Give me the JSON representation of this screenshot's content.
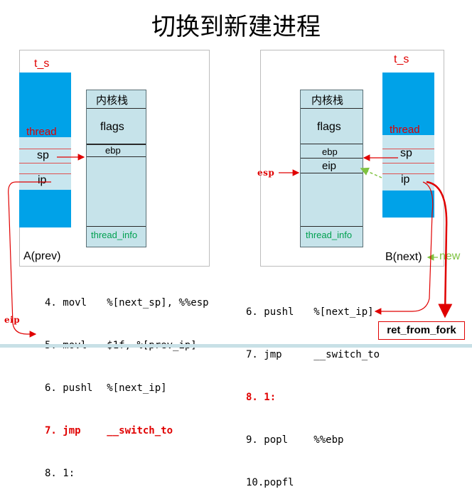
{
  "title": "切换到新建进程",
  "panel_a": {
    "tcb_label": "t_s",
    "thread": "thread",
    "sp": "sp",
    "ip": "ip",
    "stack_title": "内核栈",
    "flags": "flags",
    "ebp": "ebp",
    "thread_info": "thread_info",
    "caption": "A(prev)"
  },
  "panel_b": {
    "tcb_label": "t_s",
    "thread": "thread",
    "sp": "sp",
    "ip": "ip",
    "stack_title": "内核栈",
    "flags": "flags",
    "ebp": "ebp",
    "eip": "eip",
    "thread_info": "thread_info",
    "caption": "B(next)",
    "new_label": "new"
  },
  "stamps": {
    "esp": "esp",
    "eip": "eip"
  },
  "code_a": [
    {
      "num": "4.",
      "op": "movl",
      "arg": "%[next_sp], %%esp",
      "highlight": false
    },
    {
      "num": "5.",
      "op": "movl",
      "arg": "$1f, %[prev_ip]",
      "highlight": false
    },
    {
      "num": "6.",
      "op": "pushl",
      "arg": "%[next_ip]",
      "highlight": false
    },
    {
      "num": "7.",
      "op": "jmp",
      "arg": "__switch_to",
      "highlight": true
    },
    {
      "num": "8.",
      "op": "1:",
      "arg": "",
      "highlight": false
    }
  ],
  "code_b": [
    {
      "num": "6.",
      "op": "pushl",
      "arg": "%[next_ip]",
      "highlight": false
    },
    {
      "num": "7.",
      "op": "jmp",
      "arg": "__switch_to",
      "highlight": false
    },
    {
      "num": "8.",
      "op": "1:",
      "arg": "",
      "highlight": true
    },
    {
      "num": "9.",
      "op": "popl",
      "arg": "%%ebp",
      "highlight": false
    },
    {
      "num": "10.",
      "op": "popfl",
      "arg": "",
      "highlight": false
    }
  ],
  "ret_from_fork": "ret_from_fork",
  "colors": {
    "tcb_blue": "#00a2e8",
    "tcb_rows": "#c8e6ef",
    "stack_bg": "#c6e3ea",
    "arrow_red": "#e00000",
    "arrow_green": "#7fc241",
    "thread_info_green": "#00a050"
  }
}
